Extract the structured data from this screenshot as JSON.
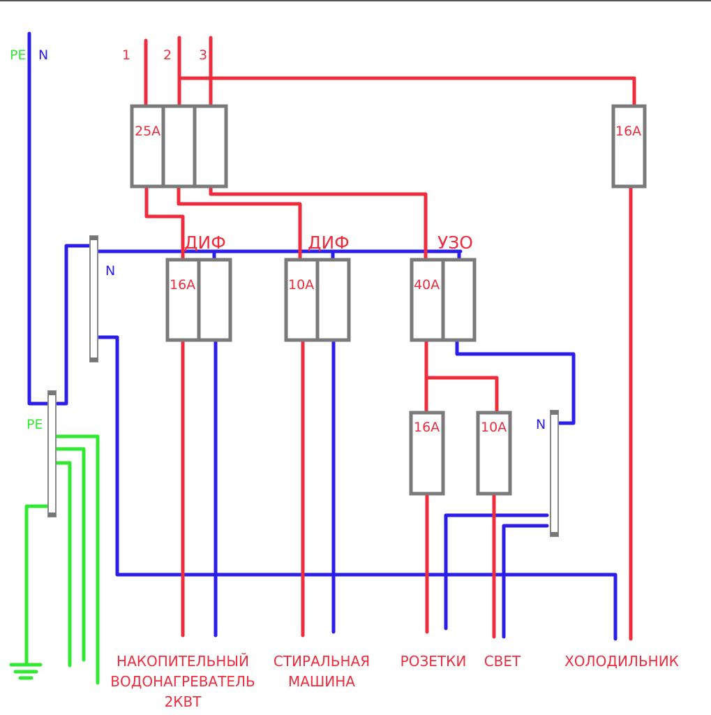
{
  "colors": {
    "phase": "#ee2c3c",
    "neutral": "#2a1ee8",
    "earth": "#33e833",
    "box_outline": "#7a7a7a",
    "top_rule": "#555555"
  },
  "labels": {
    "pe_top": "PE",
    "n_top": "N",
    "phase_1": "1",
    "phase_2": "2",
    "phase_3": "3",
    "main_breaker": "25А",
    "fridge_breaker": "16А",
    "dif1_title": "ДИФ",
    "dif1_rating": "16А",
    "dif2_title": "ДИФ",
    "dif2_rating": "10А",
    "uzo_title": "УЗО",
    "uzo_rating": "40А",
    "n_bus_left": "N",
    "pe_bus": "PE",
    "n_bus_right": "N",
    "sockets_breaker": "16А",
    "light_breaker": "10А"
  },
  "loads": {
    "heater_line1": "НАКОПИТЕЛЬНЫЙ",
    "heater_line2": "ВОДОНАГРЕВАТЕЛЬ",
    "heater_line3": "2КВТ",
    "washer_line1": "СТИРАЛЬНАЯ",
    "washer_line2": "МАШИНА",
    "sockets": "РОЗЕТКИ",
    "light": "СВЕТ",
    "fridge": "ХОЛОДИЛЬНИК"
  }
}
